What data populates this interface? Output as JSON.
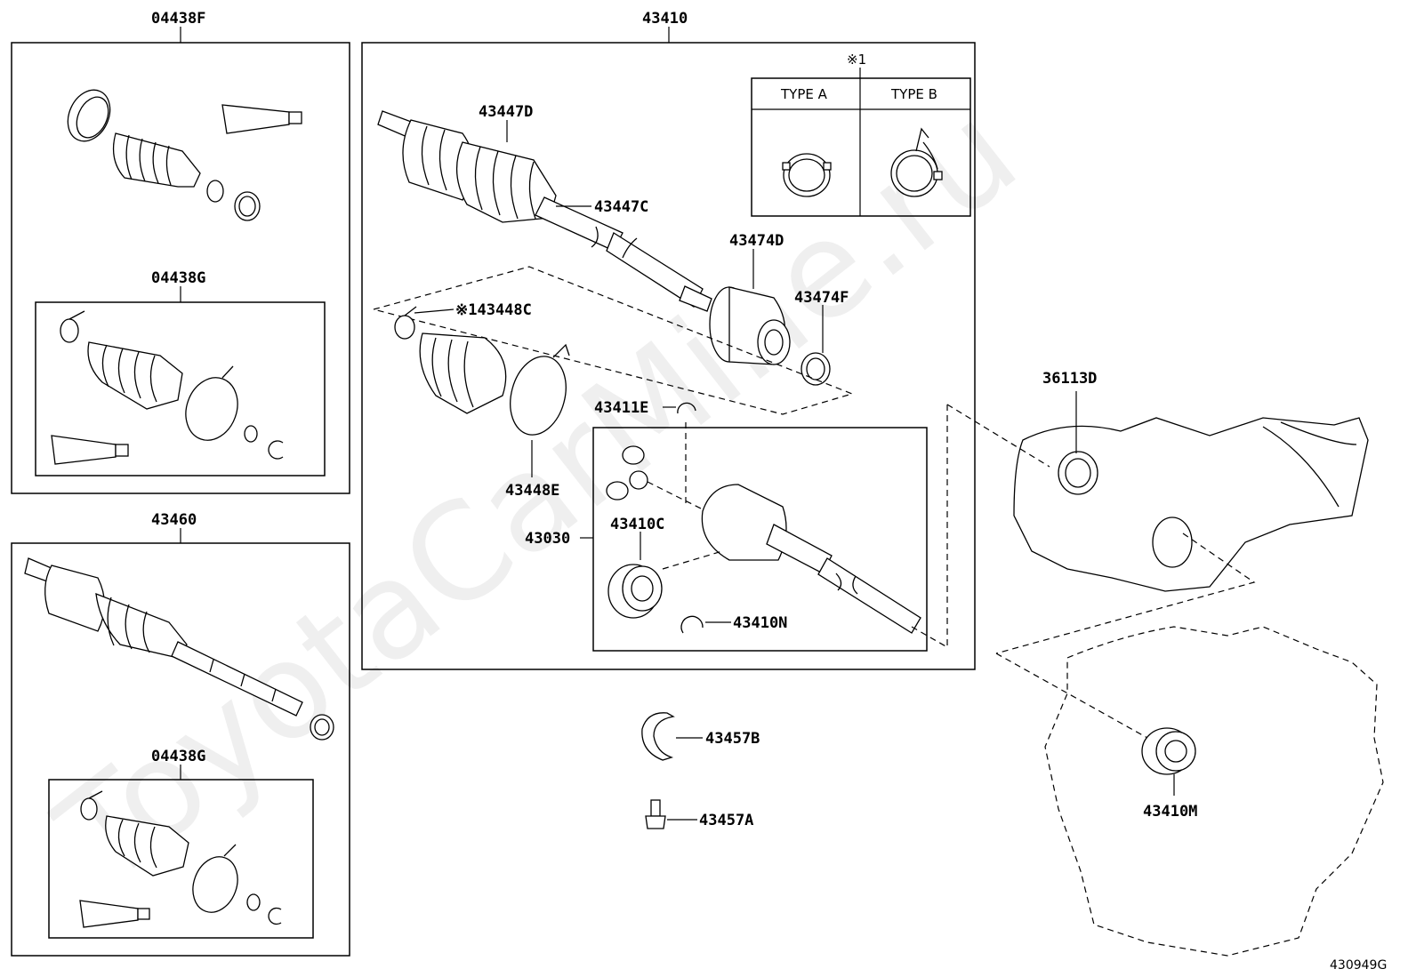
{
  "watermark": "ToyotaCarMine.ru",
  "figure_code": "430949G",
  "groups": {
    "kit_f": "04438F",
    "kit_g_upper": "04438G",
    "shaft_assy": "43460",
    "kit_g_lower": "04438G",
    "main_shaft": "43410"
  },
  "note_box": {
    "marker": "※1",
    "type_a": "TYPE A",
    "type_b": "TYPE B"
  },
  "parts": {
    "p43447D": "43447D",
    "p43447C": "43447C",
    "p43474D": "43474D",
    "p43474F": "43474F",
    "p43448C": "※143448C",
    "p43448E": "43448E",
    "p43411E": "43411E",
    "p43030": "43030",
    "p43410C": "43410C",
    "p43410N": "43410N",
    "p43457B": "43457B",
    "p43457A": "43457A",
    "p36113D": "36113D",
    "p43410M": "43410M"
  }
}
